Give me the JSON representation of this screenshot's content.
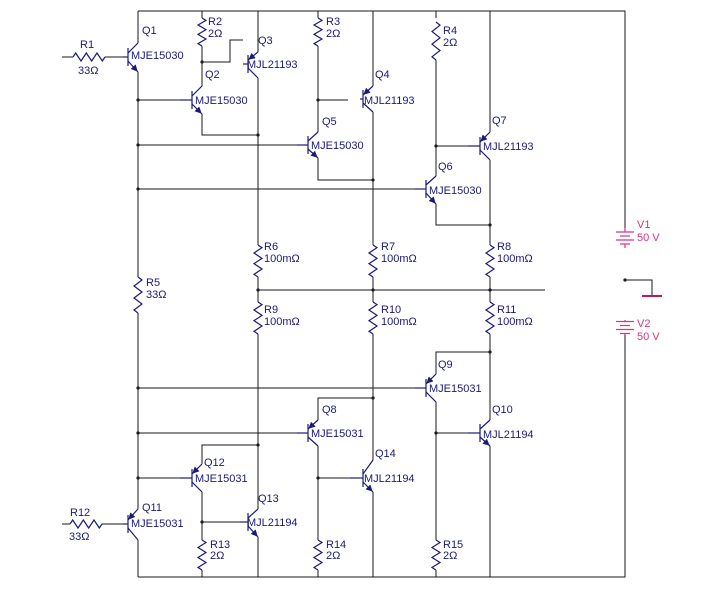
{
  "colors": {
    "wire": "#1a1a1a",
    "component": "#1a1a7a",
    "label": "#1a1a7a",
    "source": "#d6338a",
    "ground": "#c2185b"
  },
  "resistors": [
    {
      "name": "R1",
      "value": "33Ω"
    },
    {
      "name": "R2",
      "value": "2Ω"
    },
    {
      "name": "R3",
      "value": "2Ω"
    },
    {
      "name": "R4",
      "value": "2Ω"
    },
    {
      "name": "R5",
      "value": "33Ω"
    },
    {
      "name": "R6",
      "value": "100mΩ"
    },
    {
      "name": "R7",
      "value": "100mΩ"
    },
    {
      "name": "R8",
      "value": "100mΩ"
    },
    {
      "name": "R9",
      "value": "100mΩ"
    },
    {
      "name": "R10",
      "value": "100mΩ"
    },
    {
      "name": "R11",
      "value": "100mΩ"
    },
    {
      "name": "R12",
      "value": "33Ω"
    },
    {
      "name": "R13",
      "value": "2Ω"
    },
    {
      "name": "R14",
      "value": "2Ω"
    },
    {
      "name": "R15",
      "value": "2Ω"
    }
  ],
  "transistors": [
    {
      "name": "Q1",
      "model": "MJE15030",
      "type": "npn"
    },
    {
      "name": "Q2",
      "model": "MJE15030",
      "type": "npn"
    },
    {
      "name": "Q3",
      "model": "MJL21193",
      "type": "pnp"
    },
    {
      "name": "Q4",
      "model": "MJL21193",
      "type": "pnp"
    },
    {
      "name": "Q5",
      "model": "MJE15030",
      "type": "npn"
    },
    {
      "name": "Q6",
      "model": "MJE15030",
      "type": "npn"
    },
    {
      "name": "Q7",
      "model": "MJL21193",
      "type": "pnp"
    },
    {
      "name": "Q8",
      "model": "MJE15031",
      "type": "pnp"
    },
    {
      "name": "Q9",
      "model": "MJE15031",
      "type": "pnp"
    },
    {
      "name": "Q10",
      "model": "MJL21194",
      "type": "npn"
    },
    {
      "name": "Q11",
      "model": "MJE15031",
      "type": "pnp"
    },
    {
      "name": "Q12",
      "model": "MJE15031",
      "type": "pnp"
    },
    {
      "name": "Q13",
      "model": "MJL21194",
      "type": "npn"
    },
    {
      "name": "Q14",
      "model": "MJL21194",
      "type": "npn"
    }
  ],
  "sources": [
    {
      "name": "V1",
      "value": "50 V"
    },
    {
      "name": "V2",
      "value": "50 V"
    }
  ]
}
